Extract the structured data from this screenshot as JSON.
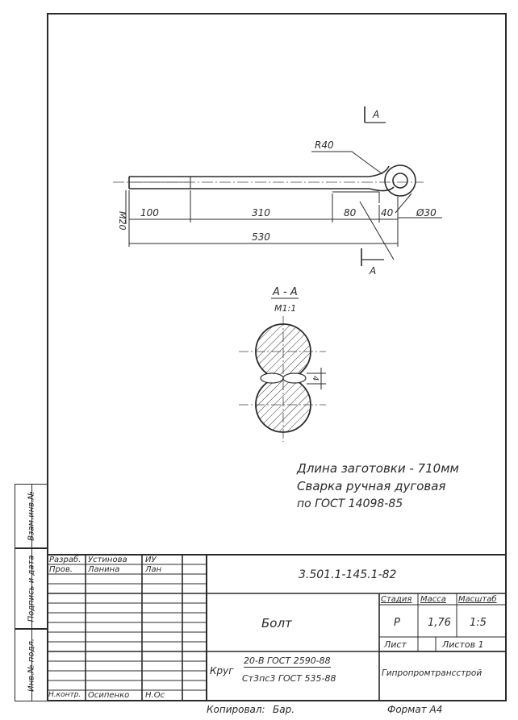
{
  "drawing": {
    "section_mark": "А",
    "radius_label": "R40",
    "diameter_label": "Ø30",
    "thread_label": "М20",
    "dims": [
      "100",
      "310",
      "80",
      "40"
    ],
    "overall_dim": "530",
    "section_title": "А - А",
    "section_scale": "М1:1",
    "gap_dim": "4"
  },
  "notes": [
    "Длина заготовки - 710мм",
    "Сварка ручная дуговая",
    "по ГОСТ 14098-85"
  ],
  "side_stamp": {
    "top": "Взам.инв.№",
    "middle": "Подпись и дата",
    "bottom": "Инв.№ подл."
  },
  "title_block": {
    "doc_number": "3.501.1-145.1-82",
    "name": "Болт",
    "material_prefix": "Круг",
    "material_top": "20-В ГОСТ 2590-88",
    "material_bottom": "Ст3пс3 ГОСТ 535-88",
    "stage_header": "Стадия",
    "mass_header": "Масса",
    "scale_header": "Масштаб",
    "stage": "Р",
    "mass": "1,76",
    "scale": "1:5",
    "sheet_label": "Лист",
    "sheets_label": "Листов 1",
    "organization": "Гипропромтрансстрой",
    "roles": [
      {
        "role": "Разраб.",
        "name": "Устинова",
        "sign": "ИУ"
      },
      {
        "role": "Пров.",
        "name": "Ланина",
        "sign": "Лан"
      },
      {
        "role": "",
        "name": "",
        "sign": ""
      },
      {
        "role": "",
        "name": "",
        "sign": ""
      },
      {
        "role": "",
        "name": "",
        "sign": ""
      },
      {
        "role": "",
        "name": "",
        "sign": ""
      },
      {
        "role": "",
        "name": "",
        "sign": ""
      },
      {
        "role": "Н.контр.",
        "name": "Осипенко",
        "sign": "Н.Ос"
      }
    ]
  },
  "footer": {
    "copied": "Копировал:",
    "copied_sign": "Бар.",
    "format": "Формат А4"
  }
}
